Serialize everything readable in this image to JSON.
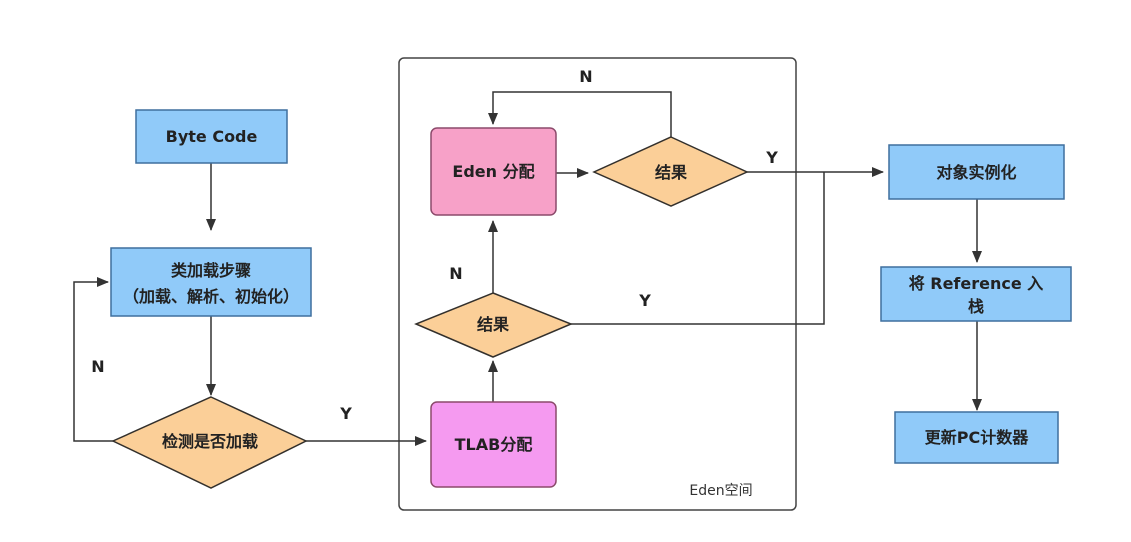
{
  "colors": {
    "blue_box_fill": "#90caf9",
    "blue_box_stroke": "#3f6f9e",
    "pink_box_fill": "#f7a1c8",
    "magenta_box_fill": "#f59af0",
    "pink_box_stroke": "#8c4a6b",
    "diamond_fill": "#fbcf98",
    "diamond_stroke": "#33302c",
    "line": "#333333",
    "region_stroke": "#444444"
  },
  "nodes": {
    "byte_code": "Byte Code",
    "class_loading_line1": "类加载步骤",
    "class_loading_line2": "（加载、解析、初始化）",
    "check_loaded": "检测是否加载",
    "tlab_alloc": "TLAB分配",
    "eden_alloc": "Eden 分配",
    "result_top": "结果",
    "result_bottom": "结果",
    "object_instantiation": "对象实例化",
    "push_reference_line1": "将 Reference 入",
    "push_reference_line2": "栈",
    "update_pc": "更新PC计数器"
  },
  "region": {
    "eden_space": "Eden空间"
  },
  "edge_labels": {
    "not_loaded": "N",
    "loaded": "Y",
    "tlab_fail": "N",
    "tlab_success": "Y",
    "eden_fail": "N",
    "eden_success": "Y"
  }
}
